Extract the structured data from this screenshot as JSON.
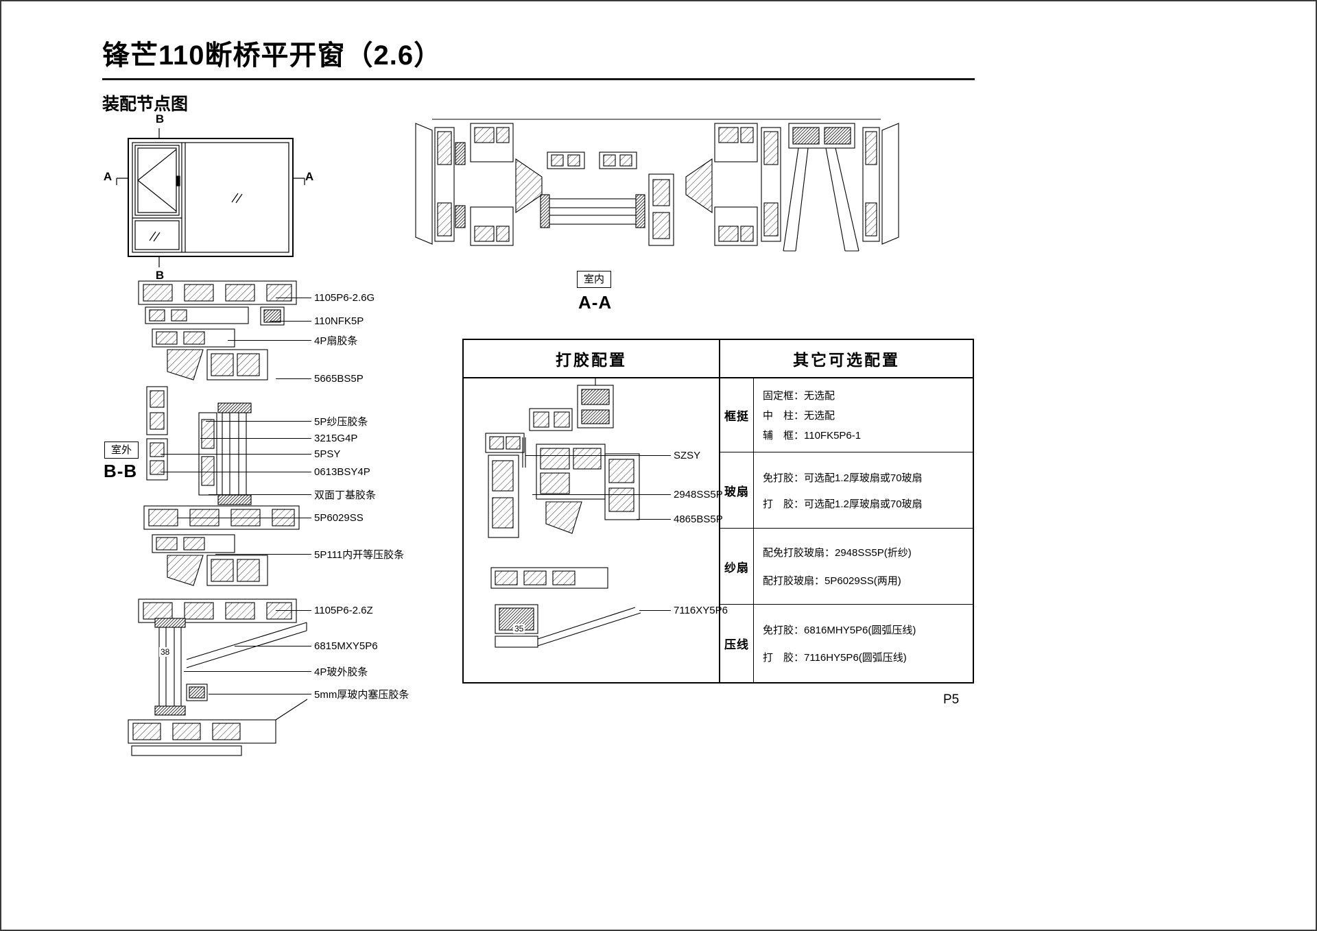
{
  "page": {
    "title": "锋芒110断桥平开窗（2.6）",
    "subtitle": "装配节点图",
    "page_number": "P5"
  },
  "elevation": {
    "markers": {
      "top": "B",
      "bottom": "B",
      "left": "A",
      "right": "A"
    }
  },
  "section_aa": {
    "room_label": "室内",
    "label": "A-A"
  },
  "section_bb": {
    "room_label": "室外",
    "label": "B-B",
    "dimension": "38",
    "callouts": [
      "1105P6-2.6G",
      "110NFK5P",
      "4P扇胶条",
      "5665BS5P",
      "5P纱压胶条",
      "3215G4P",
      "5PSY",
      "0613BSY4P",
      "双面丁基胶条",
      "5P6029SS",
      "5P111内开等压胶条",
      "1105P6-2.6Z",
      "6815MXY5P6",
      "4P玻外胶条",
      "5mm厚玻内塞压胶条"
    ]
  },
  "config_table": {
    "header_left": "打胶配置",
    "header_right": "其它可选配置",
    "detail": {
      "callouts": [
        "SZSY",
        "2948SS5P",
        "4865BS5P",
        "7116XY5P6"
      ],
      "dimension": "35"
    },
    "rows": [
      {
        "label": "框挺",
        "lines": [
          "固定框：无选配",
          "中　柱：无选配",
          "辅　框：110FK5P6-1"
        ]
      },
      {
        "label": "玻扇",
        "lines": [
          "免打胶：可选配1.2厚玻扇或70玻扇",
          "打　胶：可选配1.2厚玻扇或70玻扇"
        ]
      },
      {
        "label": "纱扇",
        "lines": [
          "配免打胶玻扇：2948SS5P(折纱)",
          "配打胶玻扇：5P6029SS(两用)"
        ]
      },
      {
        "label": "压线",
        "lines": [
          "免打胶：6816MHY5P6(圆弧压线)",
          "打　胶：7116HY5P6(圆弧压线)"
        ]
      }
    ]
  }
}
